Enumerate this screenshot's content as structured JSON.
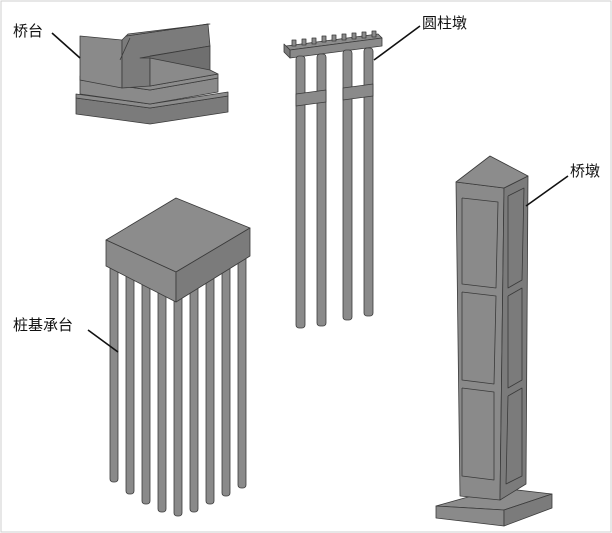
{
  "labels": {
    "abutment": "桥台",
    "column_pier": "圆柱墩",
    "pier": "桥墩",
    "pile_cap": "桩基承台"
  },
  "colors": {
    "structure": "#8a8a8a",
    "edge": "#3a3a3a",
    "text": "#111111"
  }
}
